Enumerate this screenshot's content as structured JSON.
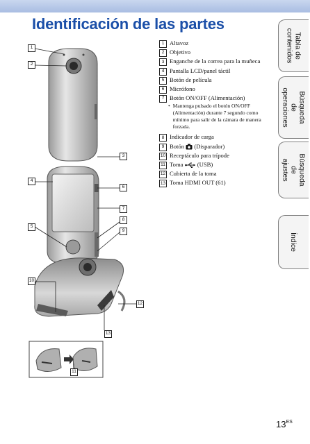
{
  "header": {
    "title": "Identificación de las partes"
  },
  "tabs": [
    {
      "label": "Tabla de contenidos"
    },
    {
      "label": "Búsqueda de operaciones"
    },
    {
      "label": "Búsqueda de ajustes"
    },
    {
      "label": "Índice"
    }
  ],
  "parts": [
    {
      "num": "1",
      "label": "Altavoz"
    },
    {
      "num": "2",
      "label": "Objetivo"
    },
    {
      "num": "3",
      "label": "Enganche de la correa para la muñeca"
    },
    {
      "num": "4",
      "label": "Pantalla LCD/panel táctil"
    },
    {
      "num": "5",
      "label": "Botón de película"
    },
    {
      "num": "6",
      "label": "Micrófono"
    },
    {
      "num": "7",
      "label": "Botón ON/OFF (Alimentación)"
    },
    {
      "num": "8",
      "label": "Indicador de carga"
    },
    {
      "num": "9",
      "label": "Botón",
      "suffix": "(Disparador)"
    },
    {
      "num": "10",
      "label": "Receptáculo para trípode"
    },
    {
      "num": "11",
      "label": "Toma",
      "suffix": "(USB)"
    },
    {
      "num": "12",
      "label": "Cubierta de la toma"
    },
    {
      "num": "13",
      "label": "Toma HDMI OUT (61)"
    }
  ],
  "note": "Mantenga pulsado el botón ON/OFF (Alimentación) durante 7 segundo como mínimo para salir de la cámara de manera forzada.",
  "callouts": [
    "1",
    "2",
    "3",
    "4",
    "5",
    "6",
    "7",
    "8",
    "9",
    "10",
    "11",
    "12",
    "13"
  ],
  "page": {
    "number": "13",
    "suffix": "ES"
  },
  "colors": {
    "title": "#1b4fa8",
    "topbar": "#b8c9e8"
  }
}
